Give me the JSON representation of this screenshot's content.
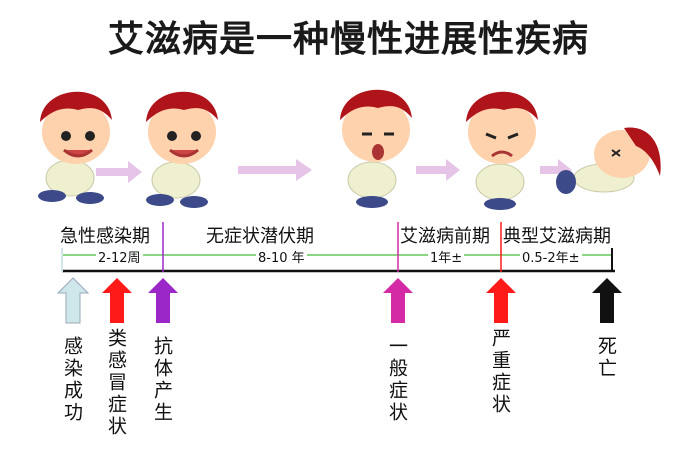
{
  "title": "艾滋病是一种慢性进展性疾病",
  "phases": {
    "acute": "急性感染期",
    "latent": "无症状潜伏期",
    "pre_aids": "艾滋病前期",
    "aids": "典型艾滋病期"
  },
  "durations": {
    "acute": "2-12周",
    "latent": "8-10 年",
    "pre_aids": "1年±",
    "aids": "0.5-2年±"
  },
  "events": [
    {
      "label": "感染成功",
      "color": "#cfe6ea"
    },
    {
      "label": "类感冒症状",
      "color": "#ff1a1a"
    },
    {
      "label": "抗体产生",
      "color": "#9b27c8"
    },
    {
      "label": "一般症状",
      "color": "#d42aa6"
    },
    {
      "label": "严重症状",
      "color": "#ff1a1a"
    },
    {
      "label": "死亡",
      "color": "#111111"
    }
  ],
  "colors": {
    "hair": "#b0141b",
    "skin": "#ffd2ae",
    "shirt": "#eef0d0",
    "flow_arrow": "#e6c4e8",
    "duration_line": "#66c95a"
  }
}
